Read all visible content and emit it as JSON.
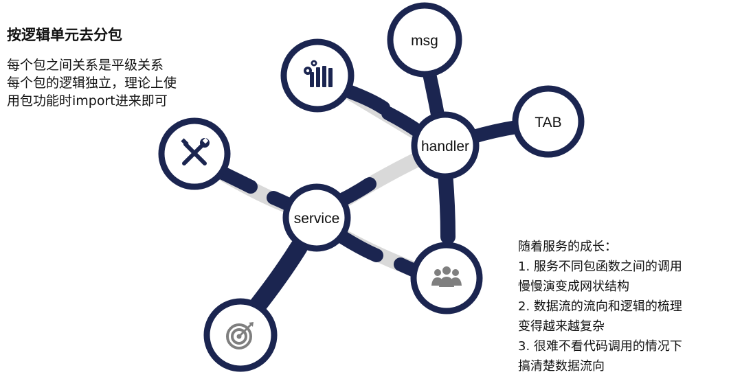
{
  "title": "按逻辑单元去分包",
  "description": [
    "每个包之间关系是平级关系",
    "每个包的逻辑独立，理论上使",
    "用包功能时import进来即可"
  ],
  "nodes": {
    "msg": "msg",
    "tab": "TAB",
    "handler": "handler",
    "service": "service"
  },
  "icons": {
    "chart": "bar-chart-gears-icon",
    "tools": "wrench-screwdriver-icon",
    "team": "people-group-icon",
    "target": "target-icon"
  },
  "notes": [
    "随着服务的成长：",
    "1. 服务不同包函数之间的调用",
    "慢慢演变成网状结构",
    "2. 数据流的流向和逻辑的梳理",
    "变得越来越复杂",
    "3. 很难不看代码调用的情况下",
    "搞清楚数据流向"
  ],
  "colors": {
    "navy": "#1b2550",
    "connector": "#d9d9d9",
    "icon": "#1b2550",
    "icon_gray": "#7f7f7f"
  }
}
